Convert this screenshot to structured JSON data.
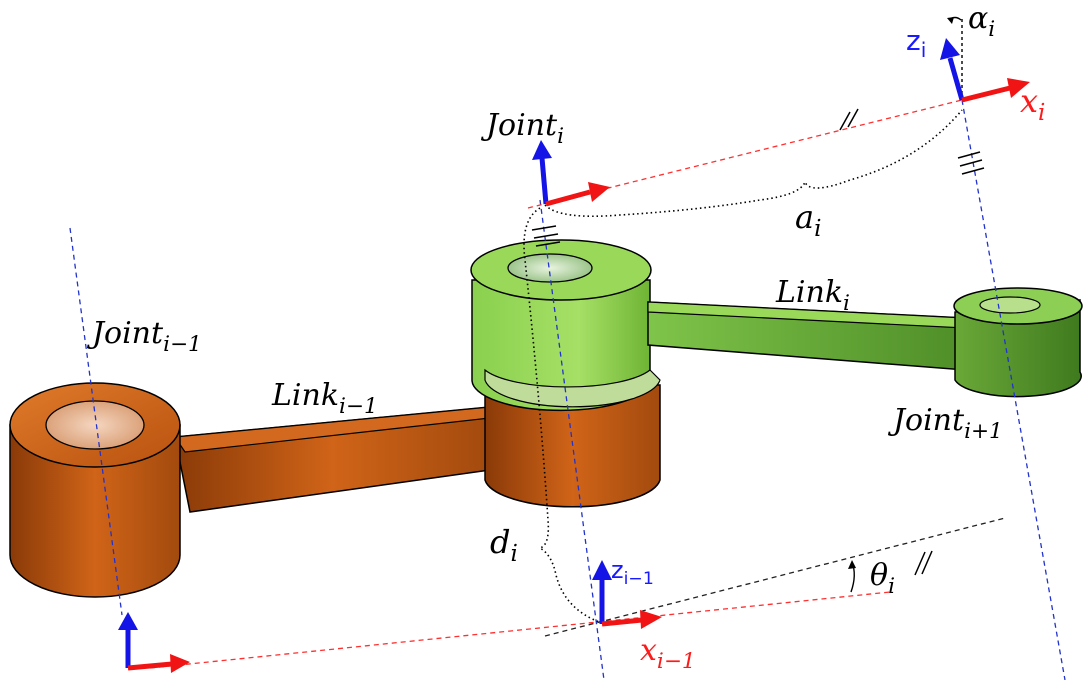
{
  "labels": {
    "joint_i": {
      "base": "Joint",
      "sub": "i"
    },
    "joint_im1": {
      "base": "Joint",
      "sub": "i−1"
    },
    "joint_ip1": {
      "base": "Joint",
      "sub": "i+1"
    },
    "link_i": {
      "base": "Link",
      "sub": "i"
    },
    "link_im1": {
      "base": "Link",
      "sub": "i−1"
    },
    "a_i": {
      "base": "a",
      "sub": "i"
    },
    "d_i": {
      "base": "d",
      "sub": "i"
    },
    "theta_i": {
      "base": "θ",
      "sub": "i"
    },
    "alpha_i": {
      "base": "α",
      "sub": "i"
    },
    "z_i": {
      "base": "z",
      "sub": "i"
    },
    "z_im1": {
      "base": "z",
      "sub": "i−1"
    },
    "x_i": {
      "base": "x",
      "sub": "i"
    },
    "x_im1": {
      "base": "x",
      "sub": "i−1"
    }
  },
  "colors": {
    "z_axis": "#1414e6",
    "x_axis": "#f01414",
    "link_prev": "#c85a14",
    "link_curr": "#6fbf2e",
    "guide_dashed_red": "#ff3030",
    "guide_dashed_blue": "#2233cc"
  }
}
